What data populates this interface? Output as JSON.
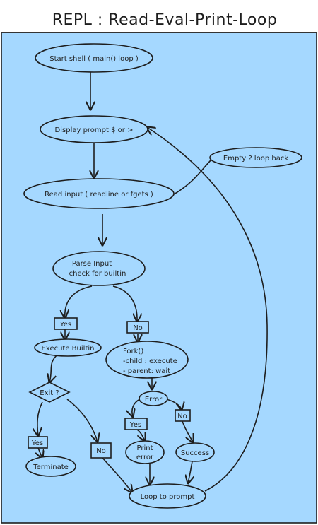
{
  "title": "REPL : Read-Eval-Print-Loop",
  "nodes": {
    "start": "Start shell ( main() loop )",
    "display": "Display prompt $ or >",
    "read": "Read input ( readline or fgets )",
    "empty": "Empty ? loop back",
    "parse_line1": "Parse Input",
    "parse_line2": "check for builtin",
    "yes_builtin": "Yes",
    "no_builtin": "No",
    "exec_builtin": "Execute Builtin",
    "fork_line1": "Fork()",
    "fork_line2": "-child : execute",
    "fork_line3": "- parent: wait",
    "error": "Error",
    "yes_error": "Yes",
    "no_error": "No",
    "exit": "Exit ?",
    "yes_exit": "Yes",
    "no_exit": "No",
    "print_line1": "Print",
    "print_line2": "error",
    "success": "Success",
    "terminate": "Terminate",
    "loop": "Loop to prompt"
  },
  "colors": {
    "panel": "#a5d8ff",
    "stroke": "#1e1e1e",
    "page": "#ffffff"
  }
}
